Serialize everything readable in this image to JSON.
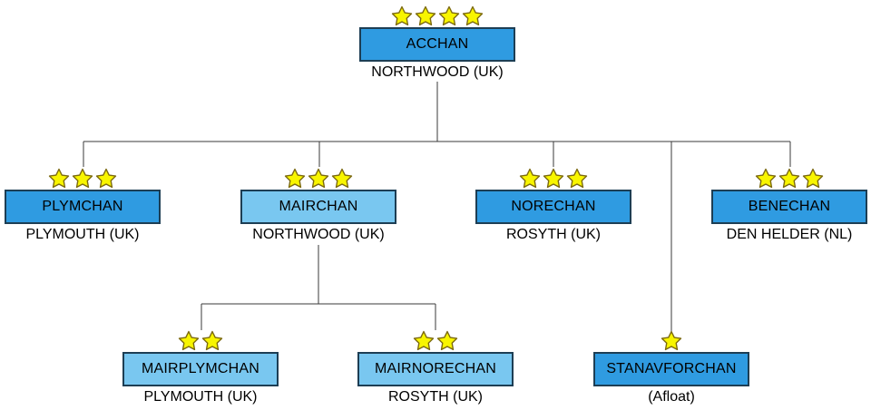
{
  "nodes": {
    "acchan": {
      "label": "ACCHAN",
      "location": "NORTHWOOD (UK)",
      "stars": 4,
      "variant": "dark"
    },
    "plymchan": {
      "label": "PLYMCHAN",
      "location": "PLYMOUTH (UK)",
      "stars": 3,
      "variant": "dark"
    },
    "mairchan": {
      "label": "MAIRCHAN",
      "location": "NORTHWOOD (UK)",
      "stars": 3,
      "variant": "light"
    },
    "norechan": {
      "label": "NORECHAN",
      "location": "ROSYTH (UK)",
      "stars": 3,
      "variant": "dark"
    },
    "benechan": {
      "label": "BENECHAN",
      "location": "DEN HELDER (NL)",
      "stars": 3,
      "variant": "dark"
    },
    "mairplymchan": {
      "label": "MAIRPLYMCHAN",
      "location": "PLYMOUTH (UK)",
      "stars": 2,
      "variant": "light"
    },
    "mairnorechan": {
      "label": "MAIRNORECHAN",
      "location": "ROSYTH (UK)",
      "stars": 2,
      "variant": "light"
    },
    "stanavforchan": {
      "label": "STANAVFORCHAN",
      "location": "(Afloat)",
      "stars": 1,
      "variant": "dark"
    }
  },
  "hierarchy": {
    "root": "acchan",
    "children_of_acchan": [
      "plymchan",
      "mairchan",
      "norechan",
      "stanavforchan",
      "benechan"
    ],
    "children_of_mairchan": [
      "mairplymchan",
      "mairnorechan"
    ]
  },
  "colors": {
    "box_dark": "#2f9be1",
    "box_light": "#79c7f0",
    "box_border": "#1d3e54",
    "line": "#3a3a3a",
    "star_fill": "#f8f500",
    "star_stroke": "#7c6a10",
    "text": "#000000",
    "background": "#ffffff"
  }
}
